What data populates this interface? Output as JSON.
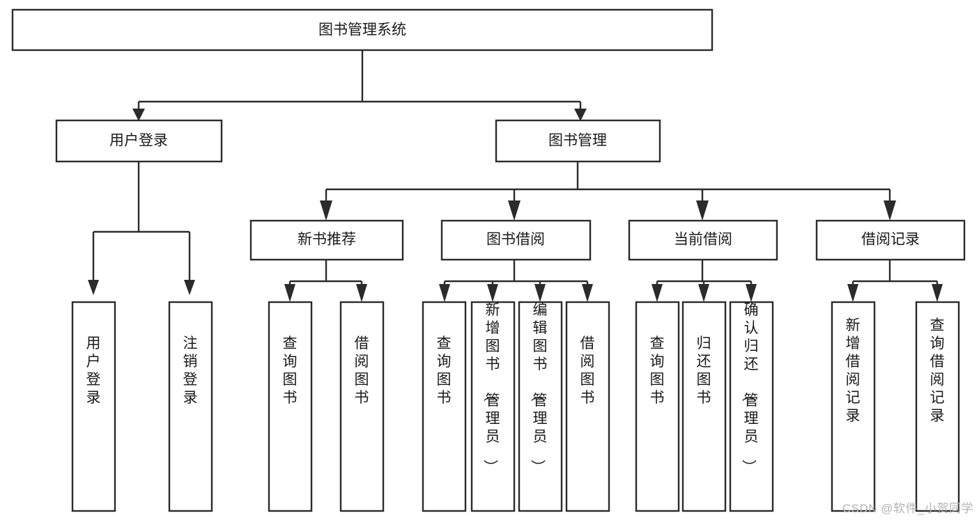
{
  "diagram": {
    "title": "图书管理系统",
    "type": "hierarchy-tree",
    "root": {
      "id": "root",
      "label": "图书管理系统",
      "orientation": "horizontal"
    },
    "level2": [
      {
        "id": "user-login",
        "label": "用户登录",
        "orientation": "horizontal"
      },
      {
        "id": "book-management",
        "label": "图书管理",
        "orientation": "horizontal"
      }
    ],
    "level3": [
      {
        "id": "new-book-recommend",
        "label": "新书推荐",
        "orientation": "horizontal",
        "parent": "book-management"
      },
      {
        "id": "book-borrow",
        "label": "图书借阅",
        "orientation": "horizontal",
        "parent": "book-management"
      },
      {
        "id": "current-borrow",
        "label": "当前借阅",
        "orientation": "horizontal",
        "parent": "book-management"
      },
      {
        "id": "borrow-record",
        "label": "借阅记录",
        "orientation": "horizontal",
        "parent": "book-management"
      }
    ],
    "leaves": [
      {
        "id": "leaf-user-login",
        "label": "用户登录",
        "orientation": "vertical",
        "parent": "user-login"
      },
      {
        "id": "leaf-logout-login",
        "label": "注销登录",
        "orientation": "vertical",
        "parent": "user-login"
      },
      {
        "id": "leaf-query-book-1",
        "label": "查询图书",
        "orientation": "vertical",
        "parent": "new-book-recommend"
      },
      {
        "id": "leaf-borrow-book-1",
        "label": "借阅图书",
        "orientation": "vertical",
        "parent": "new-book-recommend"
      },
      {
        "id": "leaf-query-book-2",
        "label": "查询图书",
        "orientation": "vertical",
        "parent": "book-borrow"
      },
      {
        "id": "leaf-add-book",
        "label": "新增图书（管理员）",
        "orientation": "vertical",
        "parent": "book-borrow"
      },
      {
        "id": "leaf-edit-book",
        "label": "编辑图书（管理员）",
        "orientation": "vertical",
        "parent": "book-borrow"
      },
      {
        "id": "leaf-borrow-book-2",
        "label": "借阅图书",
        "orientation": "vertical",
        "parent": "book-borrow"
      },
      {
        "id": "leaf-query-book-3",
        "label": "查询图书",
        "orientation": "vertical",
        "parent": "current-borrow"
      },
      {
        "id": "leaf-return-book",
        "label": "归还图书",
        "orientation": "vertical",
        "parent": "current-borrow"
      },
      {
        "id": "leaf-confirm-return",
        "label": "确认归还（管理员）",
        "orientation": "vertical",
        "parent": "current-borrow"
      },
      {
        "id": "leaf-add-record",
        "label": "新增借阅记录",
        "orientation": "vertical",
        "parent": "borrow-record"
      },
      {
        "id": "leaf-query-record",
        "label": "查询借阅记录",
        "orientation": "vertical",
        "parent": "borrow-record"
      }
    ],
    "colors": {
      "box_stroke": "#2b2b2b",
      "box_fill": "#ffffff",
      "connector": "#2b2b2b",
      "text": "#1a1a1a",
      "background": "#ffffff",
      "watermark": "#b4b4b4"
    }
  },
  "watermark": {
    "text": "CSDN @软件_小贺同学"
  }
}
